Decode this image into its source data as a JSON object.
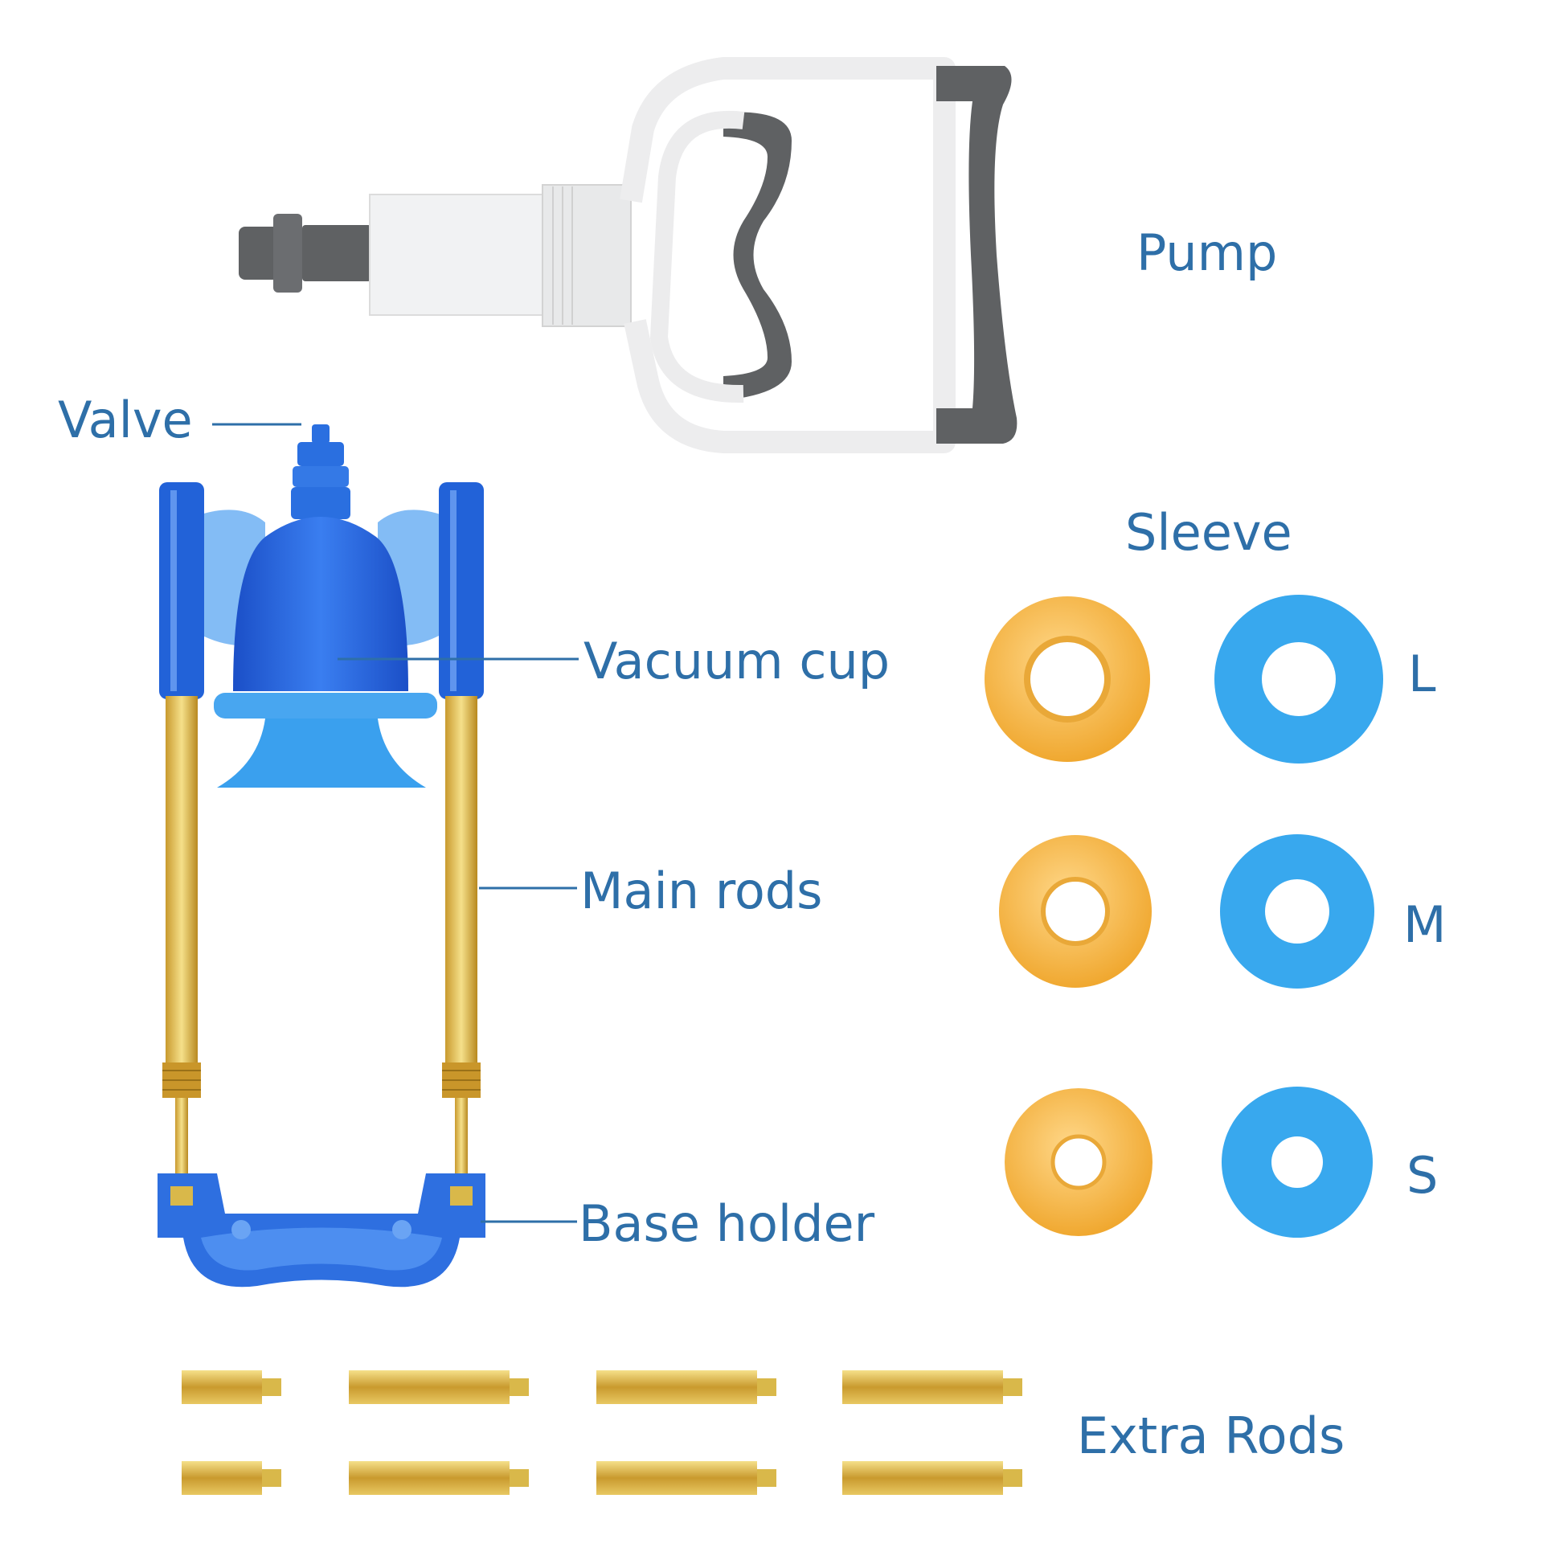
{
  "labels": {
    "pump": "Pump",
    "valve": "Valve",
    "vacuum_cup": "Vacuum cup",
    "main_rods": "Main rods",
    "base_holder": "Base holder",
    "sleeve": "Sleeve",
    "size_l": "L",
    "size_m": "M",
    "size_s": "S",
    "extra_rods": "Extra Rods"
  },
  "colors": {
    "label_text": "#2e6fa8",
    "device_blue": "#2a6fe0",
    "sleeve_orange": "#f5b54f",
    "sleeve_blue": "#38a8ee",
    "rod_gold": "#d9b84a",
    "pump_grey": "#5f6163"
  }
}
